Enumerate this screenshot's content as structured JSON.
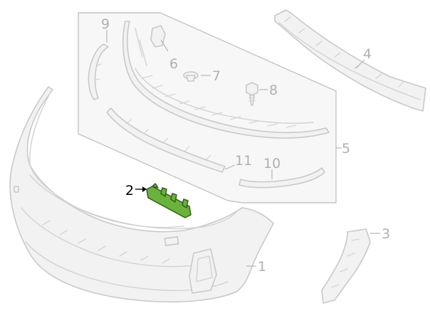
{
  "diagram": {
    "highlight_color": "#6ab23c",
    "callouts": [
      {
        "id": "1",
        "label": "1"
      },
      {
        "id": "2",
        "label": "2"
      },
      {
        "id": "3",
        "label": "3"
      },
      {
        "id": "4",
        "label": "4"
      },
      {
        "id": "5",
        "label": "5"
      },
      {
        "id": "6",
        "label": "6"
      },
      {
        "id": "7",
        "label": "7"
      },
      {
        "id": "8",
        "label": "8"
      },
      {
        "id": "9",
        "label": "9"
      },
      {
        "id": "10",
        "label": "10"
      },
      {
        "id": "11",
        "label": "11"
      }
    ],
    "highlighted_part": "2"
  }
}
